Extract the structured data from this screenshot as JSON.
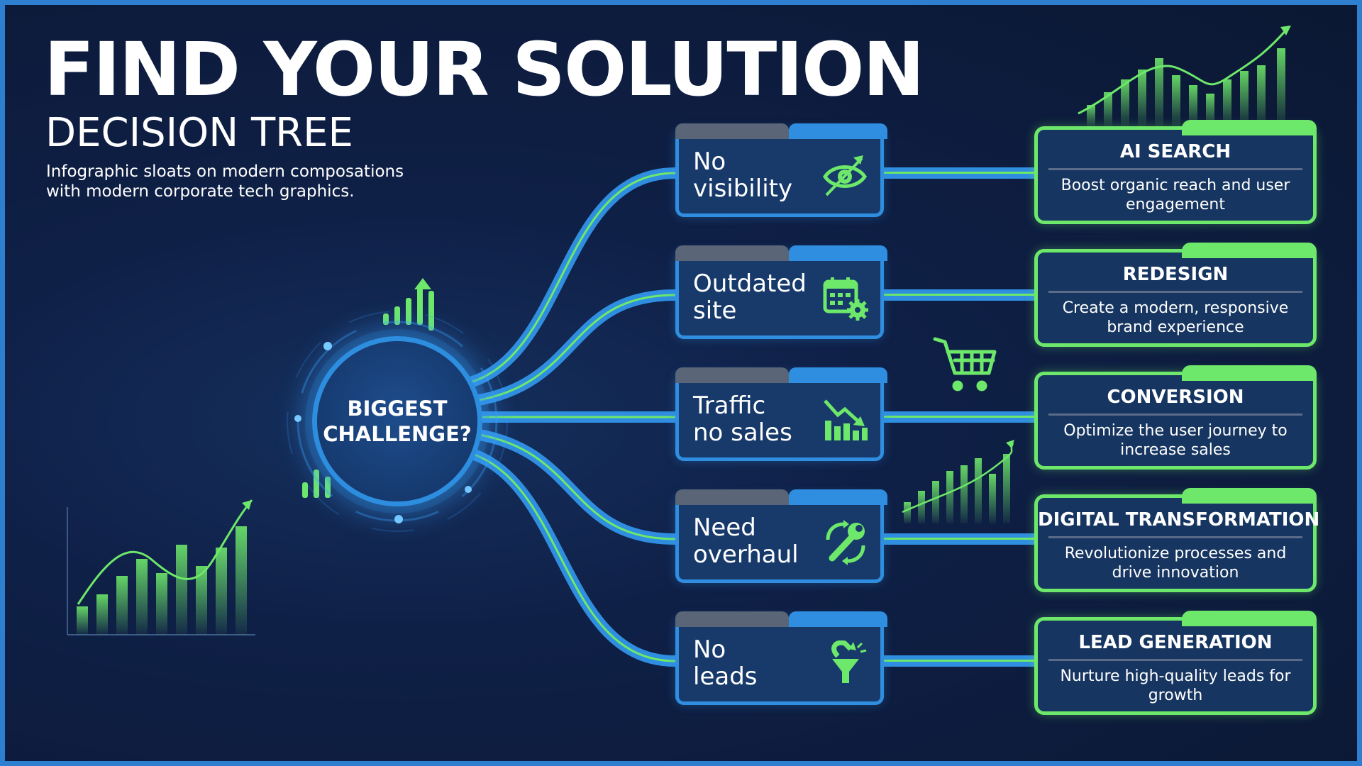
{
  "title": "FIND YOUR SOLUTION",
  "subtitle": "DECISION TREE",
  "description": "Infographic sloats on modern composations with modern corporate tech graphics.",
  "hub": {
    "label": "BIGGEST CHALLENGE?"
  },
  "problems": [
    {
      "label": "No\nvisibility",
      "icon": "eye-arrow-icon"
    },
    {
      "label": "Outdated\nsite",
      "icon": "calendar-gear-icon"
    },
    {
      "label": "Traffic\nno sales",
      "icon": "chart-down-icon"
    },
    {
      "label": "Need\noverhaul",
      "icon": "wrench-arrows-icon"
    },
    {
      "label": "No\nleads",
      "icon": "magnet-funnel-icon"
    }
  ],
  "solutions": [
    {
      "title": "AI SEARCH",
      "description": "Boost organic reach and user engagement"
    },
    {
      "title": "REDESIGN",
      "description": "Create a modern, responsive brand experience"
    },
    {
      "title": "CONVERSION",
      "description": "Optimize the user journey to increase sales"
    },
    {
      "title": "DIGITAL TRANSFORMATION",
      "description": "Revolutionize processes and drive innovation"
    },
    {
      "title": "LEAD GENERATION",
      "description": "Nurture high-quality leads for growth"
    }
  ],
  "colors": {
    "background": "#0d1b3a",
    "accent_blue": "#2f8ee0",
    "accent_green": "#6ee86a",
    "frame": "#2f7fd1"
  }
}
